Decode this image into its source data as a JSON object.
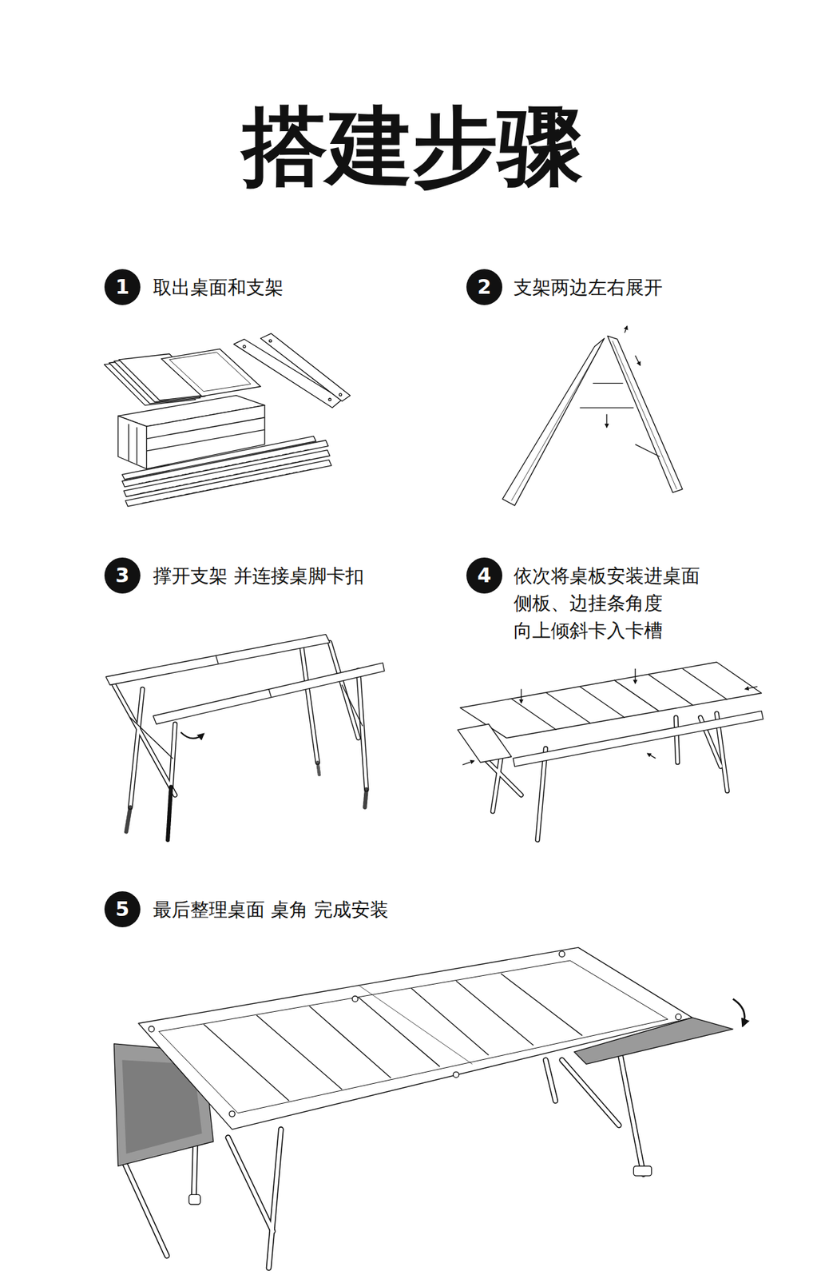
{
  "diagram": {
    "title": "搭建步骤",
    "nodes": [
      {
        "text": [
          "1"
        ]
      },
      {
        "text": [
          "2"
        ]
      },
      {
        "text": [
          "3"
        ]
      },
      {
        "text": [
          "4"
        ]
      },
      {
        "text": [
          "5"
        ]
      }
    ],
    "edges": [],
    "labels": [
      "取出桌面和支架",
      "支架两边左右展开",
      "撑开支架 并连接桌脚卡扣",
      "依次将桌板安装进桌面 侧板、边挂条角度 向上倾斜卡入卡槽",
      "最后整理桌面 桌角 完成安装"
    ]
  }
}
